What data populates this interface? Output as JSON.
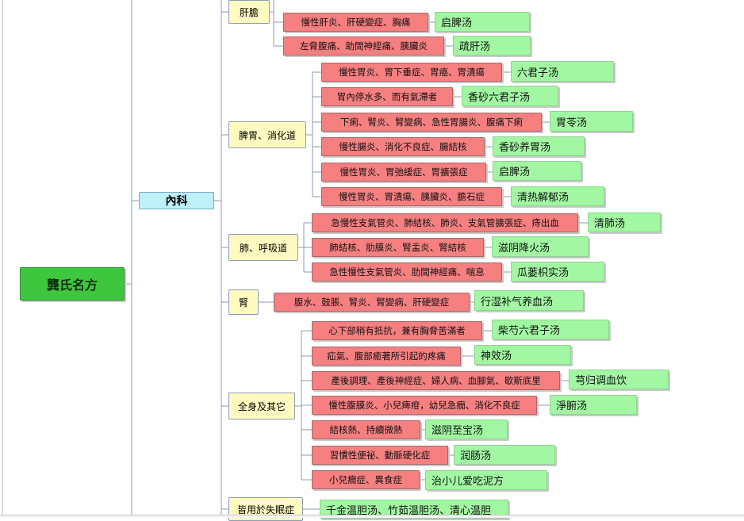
{
  "root": {
    "label": "龔氏名方"
  },
  "category": {
    "label": "內科"
  },
  "groups": [
    {
      "label": "肝膽",
      "rows": [
        {
          "symptom": "",
          "formula": ""
        },
        {
          "symptom": "慢性肝炎、肝硬變症、胸痛",
          "formula": "启脾汤"
        },
        {
          "symptom": "左脅腹痛、助間神經痛、胰臟炎",
          "formula": "疏肝汤"
        }
      ]
    },
    {
      "label": "脾胃、消化道",
      "rows": [
        {
          "symptom": "慢性胃炎、胃下垂症、胃癌、胃潰瘍",
          "formula": "六君子汤"
        },
        {
          "symptom": "胃內停水多、而有氣滯者",
          "formula": "香砂六君子汤"
        },
        {
          "symptom": "下痢、腎炎、腎變病、急性胃腸炎、腹痛下痢",
          "formula": "胃苓汤"
        },
        {
          "symptom": "慢性腸炎、消化不良症、腸結核",
          "formula": "香砂养胃汤"
        },
        {
          "symptom": "慢性胃炎、胃弛緩症、胃擴張症",
          "formula": "启脾汤"
        },
        {
          "symptom": "慢性胃炎、胃潰瘍、胰臟炎、膽石症",
          "formula": "清热解郁汤"
        }
      ]
    },
    {
      "label": "肺、呼吸道",
      "rows": [
        {
          "symptom": "急慢性支氣管炎、肺結核、肺炎、支氣管擴張症、痔出血",
          "formula": "清肺汤"
        },
        {
          "symptom": "肺結核、肋膜炎、腎盂炎、腎結核",
          "formula": "滋阴降火汤"
        },
        {
          "symptom": "急性慢性支氣管炎、肋間神經痛、喘息",
          "formula": "瓜蒌枳实汤"
        }
      ]
    },
    {
      "label": "腎",
      "rows": [
        {
          "symptom": "腹水、鼓脹、腎炎、腎變病、肝硬變症",
          "formula": "行湿补气养血汤"
        }
      ]
    },
    {
      "label": "全身及其它",
      "rows": [
        {
          "symptom": "心下部稍有抵抗，兼有胸脅苦滿者",
          "formula": "柴芍六君子汤"
        },
        {
          "symptom": "疝氣、腹部癒著所引起的疼痛",
          "formula": "神效汤"
        },
        {
          "symptom": "產後調理、產後神經症、婦人病、血腳氣、歇斯底里",
          "formula": "芎归调血饮"
        },
        {
          "symptom": "慢性腹膜炎、小兒痺疳，幼兒急癇、消化不良症",
          "formula": "淨腑汤"
        },
        {
          "symptom": "結核熱、持續微熱",
          "formula": "滋阴至宝汤"
        },
        {
          "symptom": "習慣性便祕、動脈硬化症",
          "formula": "润肠汤"
        },
        {
          "symptom": "小兒癇症、異食症",
          "formula": "治小儿爱吃泥方"
        }
      ]
    },
    {
      "label": "皆用於失眠症",
      "rows": [
        {
          "symptom": "",
          "formula": "千金温胆汤、竹茹温胆汤、清心温胆"
        }
      ]
    }
  ]
}
